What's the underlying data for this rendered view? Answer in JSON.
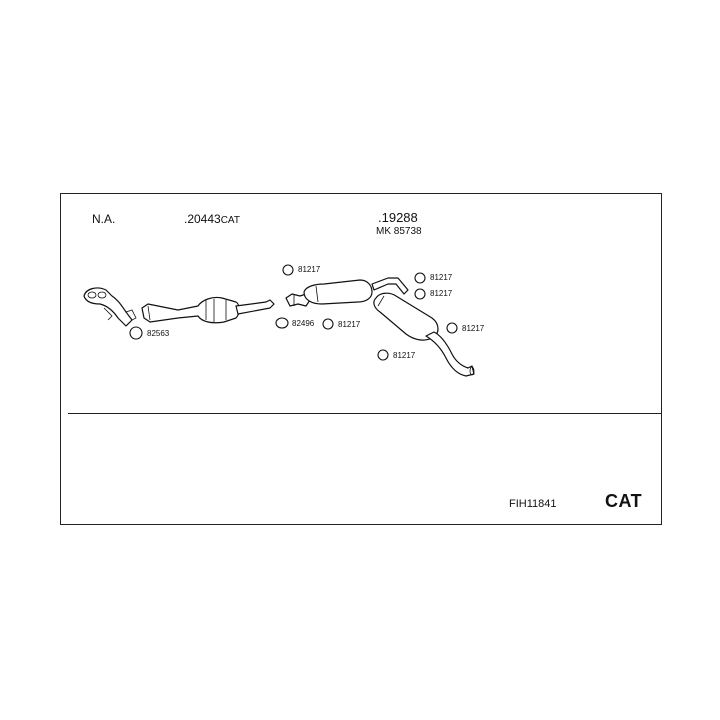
{
  "header": {
    "left_label": "N.A.",
    "cat_part_prefix": ".20443",
    "cat_part_suffix": "CAT",
    "rear_part": ".19288",
    "rear_kit": "MK 85738"
  },
  "rings": [
    {
      "label": "81217"
    },
    {
      "label": "81217"
    },
    {
      "label": "81217"
    },
    {
      "label": "82563"
    },
    {
      "label": "82496"
    },
    {
      "label": "81217"
    },
    {
      "label": "81217"
    },
    {
      "label": "81217"
    }
  ],
  "footer": {
    "code": "FIH11841",
    "type": "CAT"
  }
}
